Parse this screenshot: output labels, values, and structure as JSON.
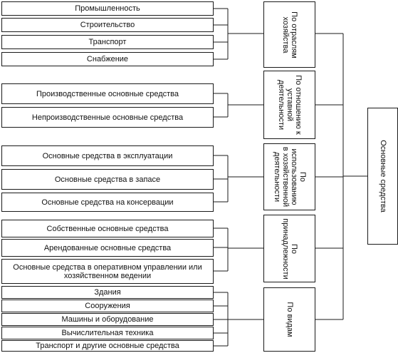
{
  "root": {
    "label": "Основные средства"
  },
  "groups": [
    {
      "label": "По отраслям хозяйства",
      "items": [
        "Промышленность",
        "Строительство",
        "Транспорт",
        "Снабжение"
      ]
    },
    {
      "label": "По отношению к уставной деятельности",
      "items": [
        "Производственные основные средства",
        "Непроизводственные основные средства"
      ]
    },
    {
      "label": "По использованию в хозяйственной деятельности",
      "items": [
        "Основные средства в эксплуатации",
        "Основные средства в запасе",
        "Основные средства на консервации"
      ]
    },
    {
      "label": "По принадлежности",
      "items": [
        "Собственные основные средства",
        "Арендованные основные средства",
        "Основные средства в оперативном управлении или хозяйственном ведении"
      ]
    },
    {
      "label": "По видам",
      "items": [
        "Здания",
        "Сооружения",
        "Машины и оборудование",
        "Вычислительная техника",
        "Транспорт и другие основные средства"
      ]
    }
  ]
}
